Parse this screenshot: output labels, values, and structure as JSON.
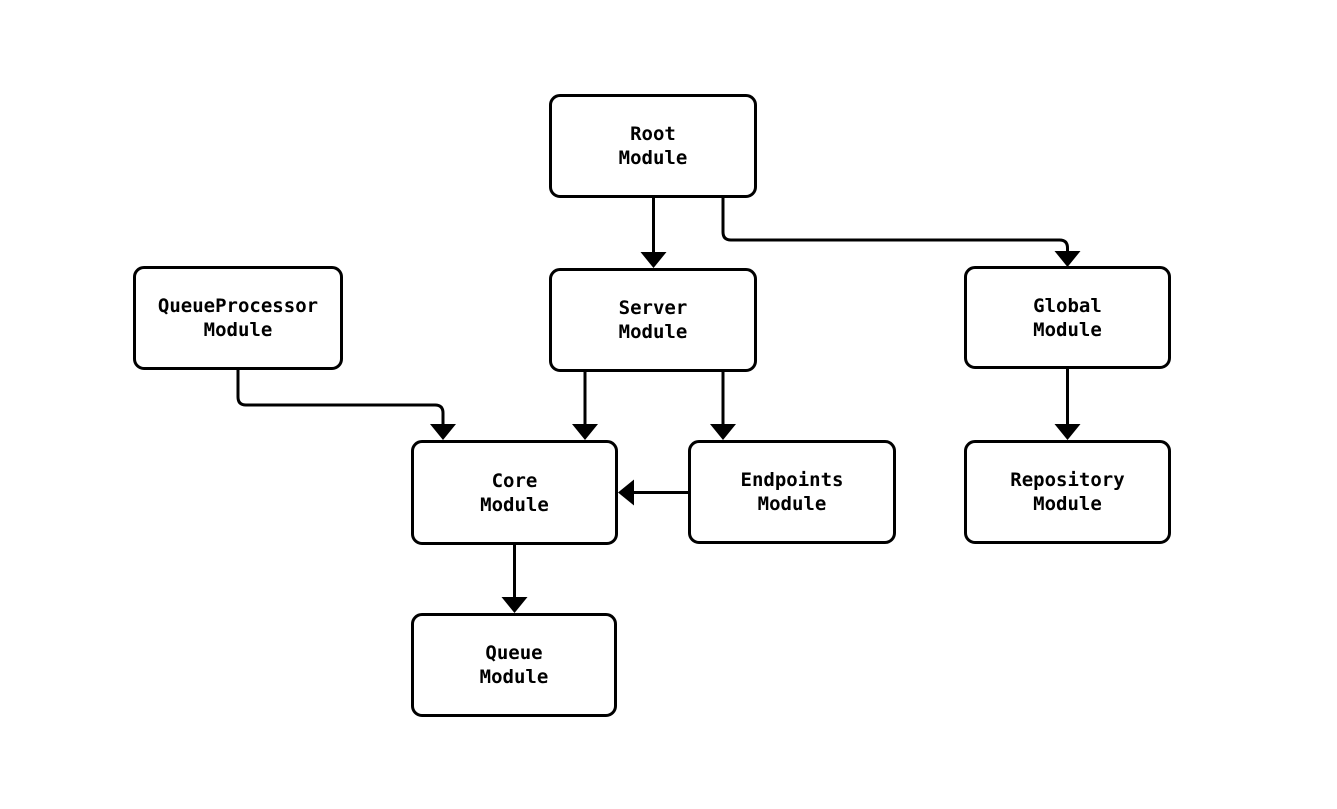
{
  "diagram": {
    "kind": "module-dependency-flowchart",
    "colors": {
      "background": "#ffffff",
      "node_fill": "#ffffff",
      "node_border": "#000000",
      "edge": "#000000",
      "text": "#000000"
    },
    "nodes": [
      {
        "id": "root",
        "label": "Root\nModule"
      },
      {
        "id": "queueprocessor",
        "label": "QueueProcessor\nModule"
      },
      {
        "id": "server",
        "label": "Server\nModule"
      },
      {
        "id": "global",
        "label": "Global\nModule"
      },
      {
        "id": "core",
        "label": "Core\nModule"
      },
      {
        "id": "endpoints",
        "label": "Endpoints\nModule"
      },
      {
        "id": "repository",
        "label": "Repository\nModule"
      },
      {
        "id": "queue",
        "label": "Queue\nModule"
      }
    ],
    "edges": [
      {
        "from": "Root Module",
        "to": "Server Module"
      },
      {
        "from": "Root Module",
        "to": "Global Module"
      },
      {
        "from": "QueueProcessor Module",
        "to": "Core Module"
      },
      {
        "from": "Server Module",
        "to": "Core Module"
      },
      {
        "from": "Server Module",
        "to": "Endpoints Module"
      },
      {
        "from": "Endpoints Module",
        "to": "Core Module"
      },
      {
        "from": "Core Module",
        "to": "Queue Module"
      },
      {
        "from": "Global Module",
        "to": "Repository Module"
      }
    ]
  }
}
